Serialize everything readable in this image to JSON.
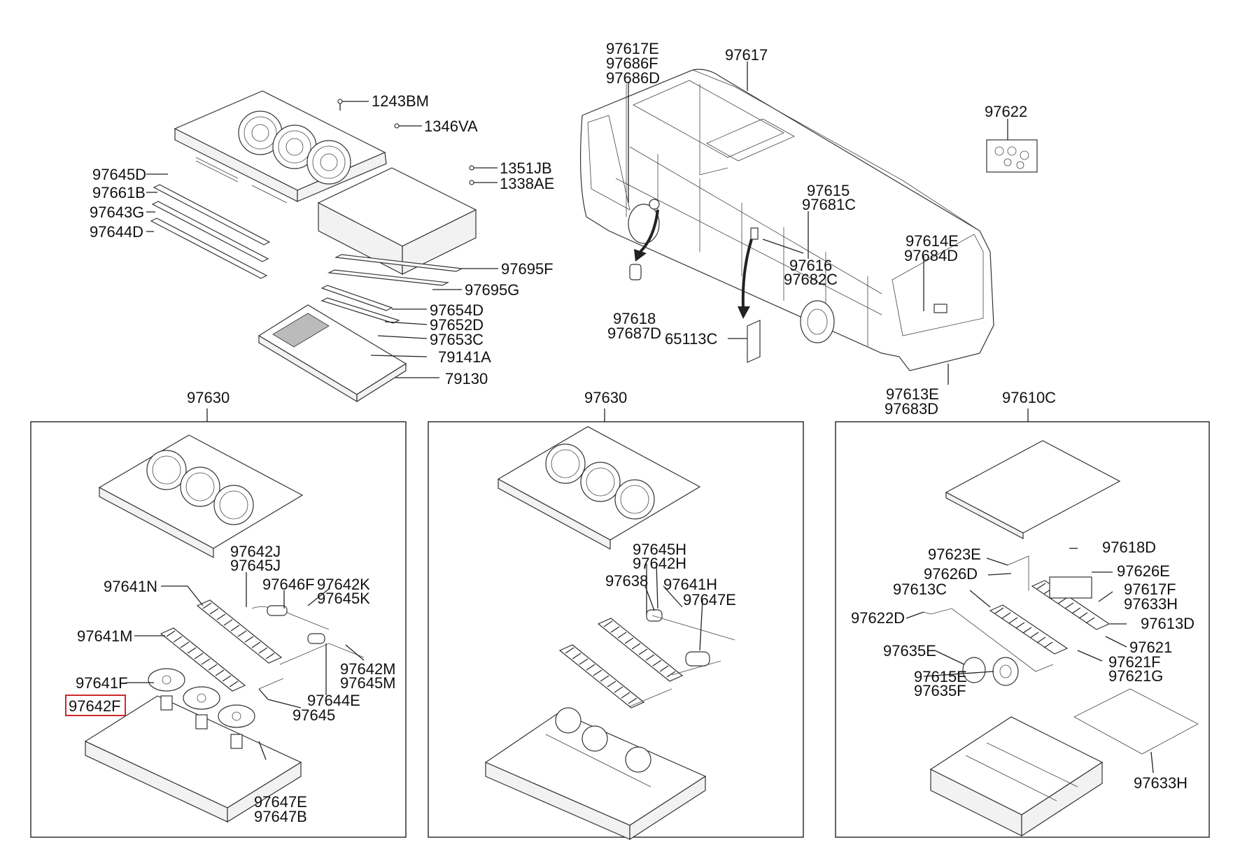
{
  "highlight_color": "#d0282c",
  "highlighted_part": "97642F",
  "top_left_assembly": {
    "labels": [
      "1243BM",
      "1346VA",
      "1351JB",
      "1338AE",
      "97645D",
      "97661B",
      "97643G",
      "97644D",
      "97695F",
      "97695G",
      "97654D",
      "97652D",
      "97653C",
      "79141A",
      "79130"
    ]
  },
  "bus_overview": {
    "labels": [
      "97617E",
      "97686F",
      "97686D",
      "97617",
      "97622",
      "97615",
      "97681C",
      "97614E",
      "97684D",
      "97616",
      "97682C",
      "97618",
      "97687D",
      "65113C",
      "97613E",
      "97683D"
    ]
  },
  "panels": [
    {
      "title": "97630",
      "labels": [
        "97642J",
        "97645J",
        "97641N",
        "97646F",
        "97642K",
        "97645K",
        "97641M",
        "97642M",
        "97645M",
        "97641F",
        "97644E",
        "97642F",
        "97645",
        "97647E",
        "97647B"
      ]
    },
    {
      "title": "97630",
      "labels": [
        "97645H",
        "97642H",
        "97638",
        "97641H",
        "97647E"
      ]
    },
    {
      "title": "97610C",
      "labels": [
        "97623E",
        "97618D",
        "97626D",
        "97626E",
        "97613C",
        "97617F",
        "97633H",
        "97613D",
        "97622D",
        "97621",
        "97635E",
        "97621F",
        "97621G",
        "97615E",
        "97635F",
        "97633H"
      ]
    }
  ]
}
